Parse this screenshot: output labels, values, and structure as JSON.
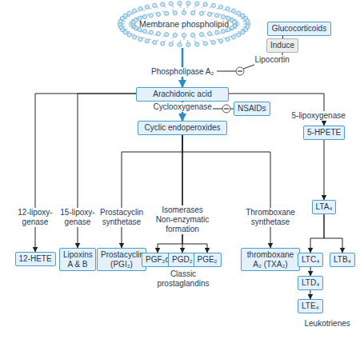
{
  "diagram": {
    "nodes": [
      {
        "text": [
          "Membrane phospholipid"
        ]
      },
      {
        "text": [
          "Glucocorticoids"
        ]
      },
      {
        "text": [
          "Induce"
        ]
      },
      {
        "text": [
          "Arachidonic acid"
        ]
      },
      {
        "text": [
          "NSAIDs"
        ]
      },
      {
        "text": [
          "Cyclic endoperoxides"
        ]
      },
      {
        "text": [
          "5-HPETE"
        ]
      },
      {
        "text": [
          "LTA₄"
        ]
      },
      {
        "text": [
          "12-HETE"
        ]
      },
      {
        "text": [
          "Lipoxins A & B"
        ]
      },
      {
        "text": [
          "Prostacyclin (PGI₂)"
        ]
      },
      {
        "text": [
          "PGF₂α"
        ]
      },
      {
        "text": [
          "PGD₂"
        ]
      },
      {
        "text": [
          "PGE₂"
        ]
      },
      {
        "text": [
          "thromboxane A₂ (TXA₂)"
        ]
      },
      {
        "text": [
          "LTC₄"
        ]
      },
      {
        "text": [
          "LTB₄"
        ]
      },
      {
        "text": [
          "LTD₄"
        ]
      },
      {
        "text": [
          "LTE₄"
        ]
      }
    ],
    "edges": [
      {
        "from": 0,
        "to": 3,
        "label": "Phospholipase A₂",
        "arrow": "to"
      },
      {
        "from": 1,
        "to": 2,
        "arrow": "none"
      },
      {
        "from": 3,
        "to": 5,
        "label": "Cyclooxygenase",
        "arrow": "to"
      },
      {
        "from": 3,
        "to": 6,
        "label": "5-lipoxygenase",
        "arrow": "to"
      },
      {
        "from": 3,
        "to": 8,
        "label": "12-lipoxy- genase",
        "arrow": "to"
      },
      {
        "from": 3,
        "to": 9,
        "label": "15-lipoxy- genase",
        "arrow": "to"
      },
      {
        "from": 5,
        "to": 10,
        "label": "Prostacyclin synthetase",
        "arrow": "to"
      },
      {
        "from": 5,
        "to": 11,
        "arrow": "to"
      },
      {
        "from": 5,
        "to": 12,
        "arrow": "to"
      },
      {
        "from": 5,
        "to": 13,
        "arrow": "to"
      },
      {
        "from": 5,
        "to": 14,
        "label": "Thromboxane synthetase",
        "arrow": "to"
      },
      {
        "from": 6,
        "to": 7,
        "arrow": "to"
      },
      {
        "from": 7,
        "to": 15,
        "arrow": "to"
      },
      {
        "from": 7,
        "to": 16,
        "arrow": "to"
      },
      {
        "from": 15,
        "to": 17,
        "arrow": "to"
      },
      {
        "from": 17,
        "to": 18,
        "arrow": "to"
      }
    ],
    "labels": [
      "Lipocortin",
      "Isomerases Non-enzymatic formation",
      "Classic prostaglandins",
      "Leukotrienes"
    ]
  }
}
